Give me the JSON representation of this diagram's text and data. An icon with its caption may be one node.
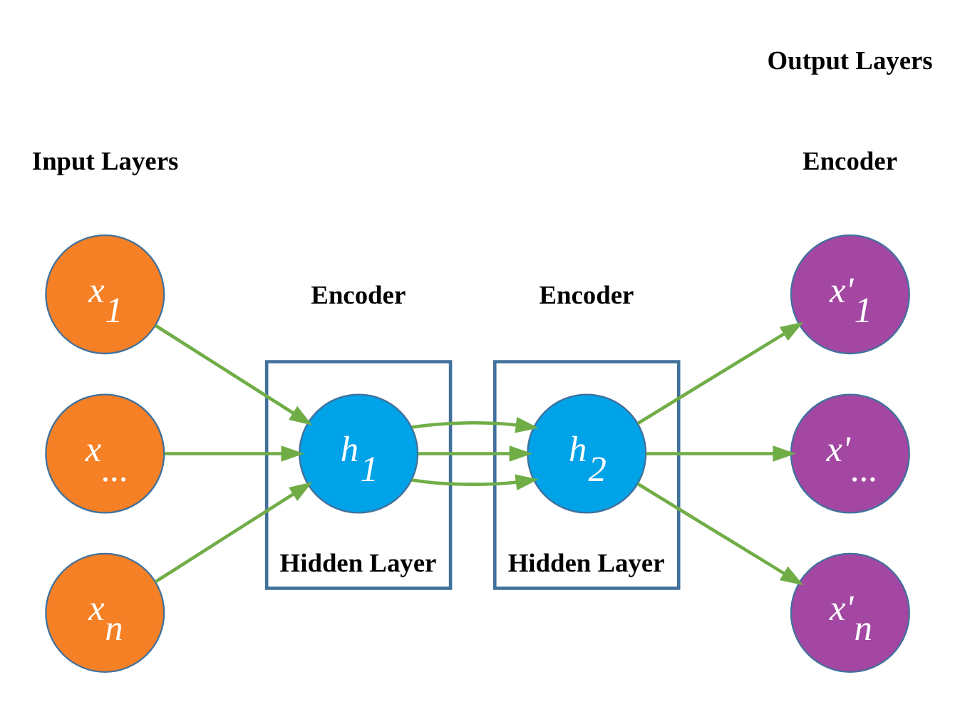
{
  "diagram": {
    "nodes": [
      {
        "text": [
          "x$_{1}$"
        ]
      },
      {
        "text": [
          "x$_{...}$"
        ]
      },
      {
        "text": [
          "x$_{n}$"
        ]
      },
      {
        "text": [
          "Hidden Layer"
        ]
      },
      {
        "text": [
          "h$_{1}$"
        ],
        "in": 3
      },
      {
        "text": [
          "Hidden Layer"
        ]
      },
      {
        "text": [
          "h$_{2}$"
        ],
        "in": 5
      },
      {
        "text": [
          "x'$_{1}$"
        ]
      },
      {
        "text": [
          "x'$_{...}$"
        ]
      },
      {
        "text": [
          "x'$_{n}$"
        ]
      }
    ],
    "edges": [
      {
        "from": 0,
        "to": 4,
        "arrow": "to"
      },
      {
        "from": 1,
        "to": 4,
        "arrow": "to"
      },
      {
        "from": 2,
        "to": 4,
        "arrow": "to"
      },
      {
        "from": 4,
        "to": 6,
        "arrow": "to"
      },
      {
        "from": 4,
        "to": 6,
        "arrow": "to"
      },
      {
        "from": 4,
        "to": 6,
        "arrow": "to"
      },
      {
        "from": 6,
        "to": 7,
        "arrow": "to"
      },
      {
        "from": 6,
        "to": 8,
        "arrow": "to"
      },
      {
        "from": 6,
        "to": 9,
        "arrow": "to"
      }
    ],
    "labels": [
      "Encoder",
      "Encoder",
      "Encoder",
      "Input Layers",
      "Output Layers"
    ]
  }
}
